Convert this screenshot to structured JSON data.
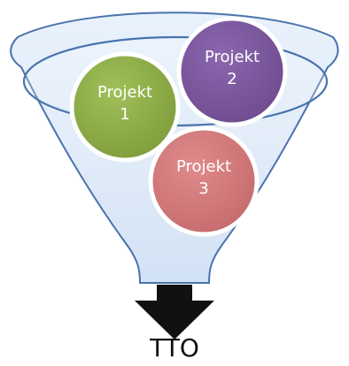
{
  "diagram": {
    "projects": [
      {
        "line1": "Projekt",
        "line2": "1",
        "color": "#8fad48"
      },
      {
        "line1": "Projekt",
        "line2": "2",
        "color": "#7d5a9d"
      },
      {
        "line1": "Projekt",
        "line2": "3",
        "color": "#d1797b"
      }
    ],
    "output_label": "TTO",
    "colors": {
      "funnel_stroke": "#4a73ad",
      "arrow": "#111111"
    }
  }
}
